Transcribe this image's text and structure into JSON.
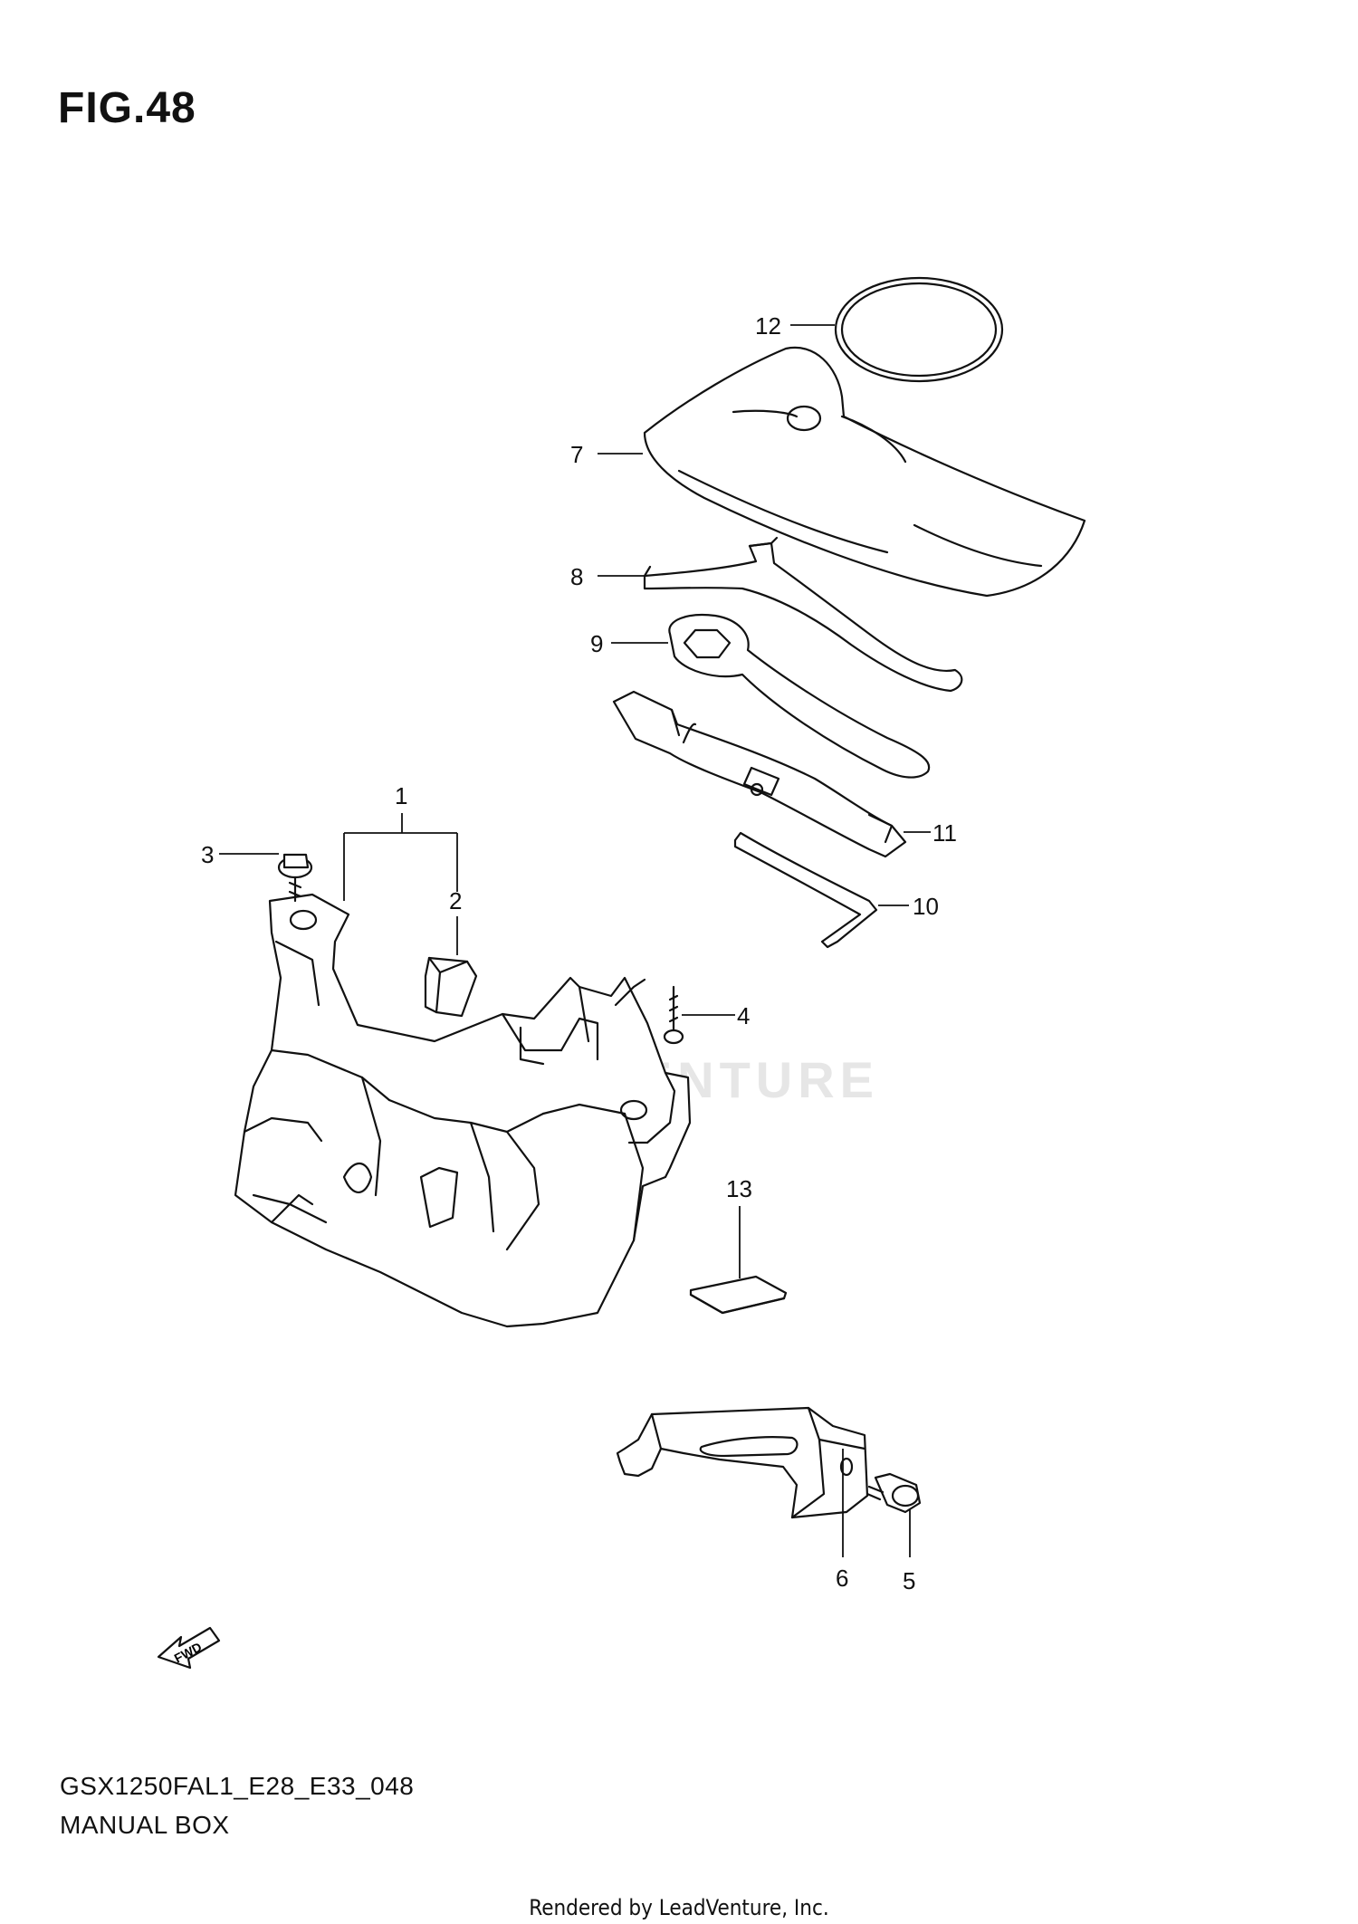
{
  "figure_title": "FIG.48",
  "model_code": "GSX1250FAL1_E28_E33_048",
  "section_name": "MANUAL BOX",
  "rendered_by": "Rendered by LeadVenture, Inc.",
  "watermark_text": "LEADVENTURE",
  "fwd_label": "FWD",
  "callouts": {
    "c1": "1",
    "c2": "2",
    "c3": "3",
    "c4": "4",
    "c5": "5",
    "c6": "6",
    "c7": "7",
    "c8": "8",
    "c9": "9",
    "c10": "10",
    "c11": "11",
    "c12": "12",
    "c13": "13"
  }
}
